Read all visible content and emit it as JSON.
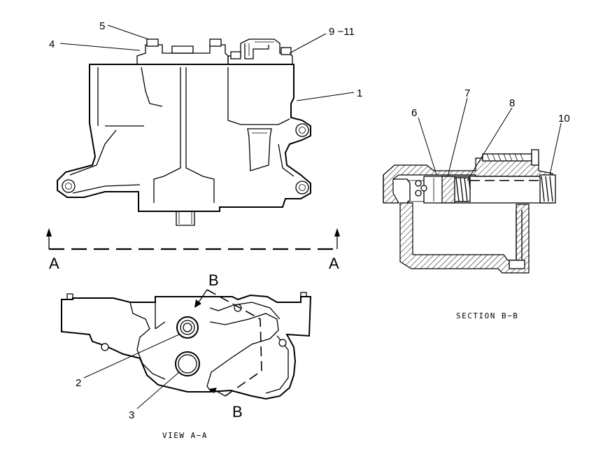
{
  "callouts": {
    "c1": "1",
    "c2": "2",
    "c3": "3",
    "c4": "4",
    "c5": "5",
    "c6": "6",
    "c7": "7",
    "c8": "8",
    "c9_11": "9 −11",
    "c10": "10"
  },
  "section_markers": {
    "a_left": "A",
    "a_right": "A",
    "b_top": "B",
    "b_bottom": "B"
  },
  "captions": {
    "view_a_a": "VIEW A−A",
    "section_b_b": "SECTION B−B"
  }
}
